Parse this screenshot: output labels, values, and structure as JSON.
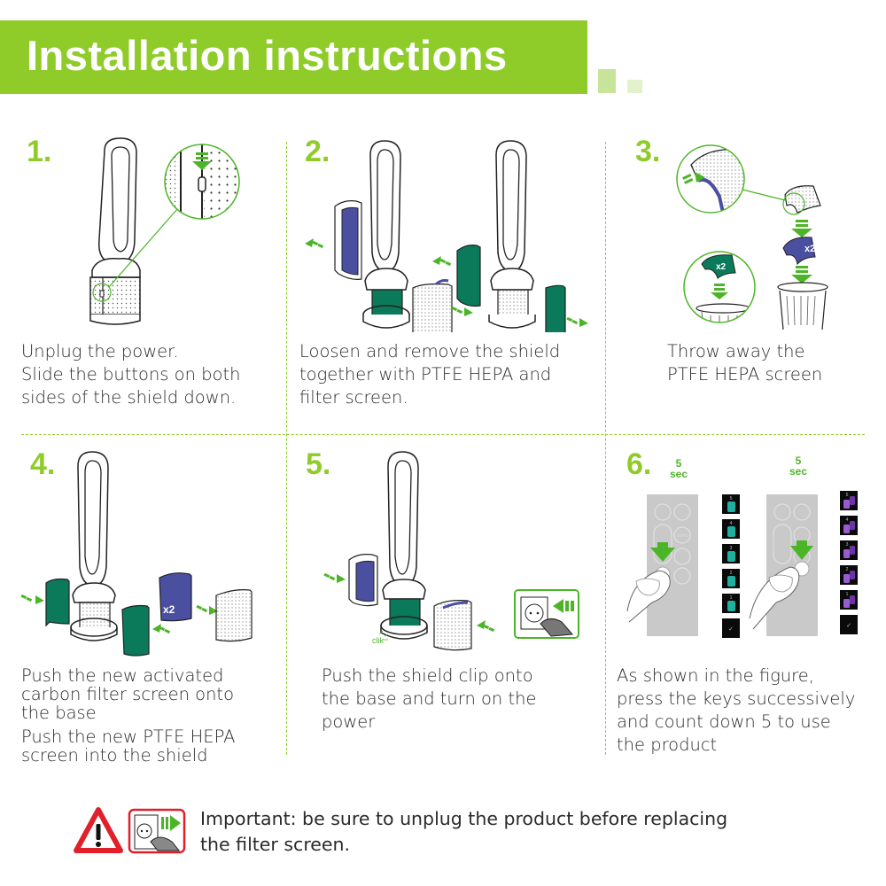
{
  "header": {
    "title": "Installation instructions"
  },
  "colors": {
    "brand_green": "#8fcc2a",
    "arrow_green": "#4cb527",
    "shield_blue": "#4a4fa0",
    "carbon_green": "#0b7a5a",
    "warning_red": "#e0202a"
  },
  "steps": [
    {
      "number": "1.",
      "lines": [
        "Unplug the power.",
        "Slide the buttons on both",
        "sides of the shield down."
      ],
      "figure": "fan-unlock-slider-icon"
    },
    {
      "number": "2.",
      "lines": [
        "Loosen and remove the shield",
        "together with PTFE HEPA and",
        "filter screen."
      ],
      "figure": "fan-remove-shield-icon"
    },
    {
      "number": "3.",
      "lines": [
        "Throw away the",
        "PTFE HEPA screen"
      ],
      "figure": "discard-filter-icon",
      "badges": [
        "x2",
        "x2"
      ]
    },
    {
      "number": "4.",
      "paragraphs": [
        [
          "Push the new activated",
          "carbon filter screen onto",
          "the base"
        ],
        [
          "Push the new PTFE HEPA",
          "screen into the shield"
        ]
      ],
      "figure": "fan-install-filters-icon",
      "badge": "x2"
    },
    {
      "number": "5.",
      "lines": [
        "Push the shield clip onto",
        "the base and turn on the",
        "power"
      ],
      "figure": "fan-attach-shield-icon",
      "click_label": "clik"
    },
    {
      "number": "6.",
      "lines": [
        "As shown in the figure,",
        "press the keys successively",
        "and count down 5 to use",
        "the product"
      ],
      "figure": "remote-reset-icon",
      "timers": [
        {
          "value": "5",
          "unit": "sec"
        },
        {
          "value": "5",
          "unit": "sec"
        }
      ],
      "countdown": [
        "5",
        "4",
        "3",
        "2",
        "1",
        "✓"
      ],
      "remote_label": "AUTO"
    }
  ],
  "footer": {
    "note_lines": [
      "Important: be sure to unplug the product before replacing",
      "the filter screen."
    ]
  }
}
